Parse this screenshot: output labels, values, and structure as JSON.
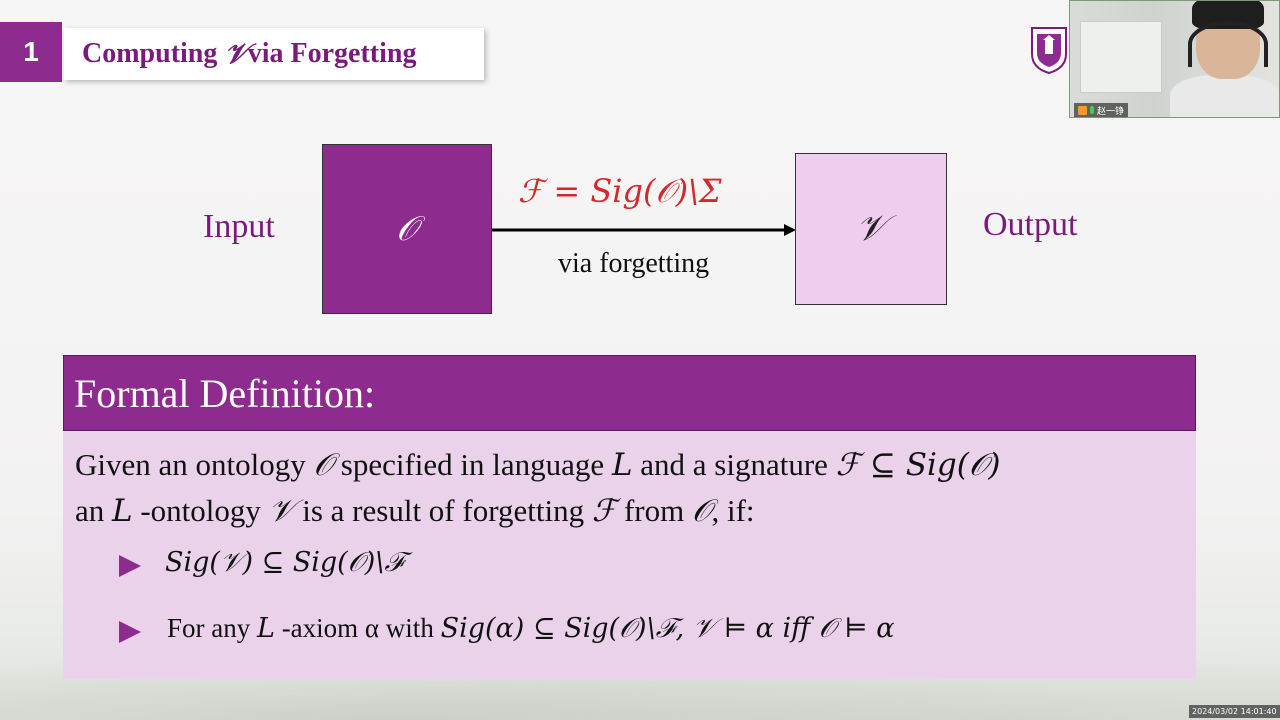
{
  "slide": {
    "number": "1",
    "title_text": "Computing ",
    "title_math": "𝒱",
    "title_rest": " via Forgetting"
  },
  "diagram": {
    "input_label": "Input",
    "output_label": "Output",
    "input_box": "𝒪",
    "output_box": "𝒱",
    "arrow_formula": "ℱ = Sig(𝒪)\\Σ",
    "arrow_caption": "via forgetting"
  },
  "definition": {
    "header": "Formal Definition:",
    "line1_a": "Given an ontology ",
    "line1_m1": "𝒪",
    "line1_b": " specified in language ",
    "line1_m2": "L",
    "line1_c": " and a signature ",
    "line1_m3": "ℱ ⊆ Sig(𝒪)",
    "line2_a": "an ",
    "line2_m1": "L",
    "line2_b": " -ontology ",
    "line2_m2": "𝒱",
    "line2_c": " is a result of forgetting ",
    "line2_m3": "ℱ",
    "line2_d": " from ",
    "line2_m4": "𝒪",
    "line2_e": ", if:",
    "bullet1_math": "Sig(𝒱) ⊆ Sig(𝒪)\\ℱ",
    "bullet2_a": "For any ",
    "bullet2_m1": "L",
    "bullet2_b": " -axiom α with ",
    "bullet2_m2": "Sig(α) ⊆ Sig(𝒪)\\ℱ, 𝒱 ⊨ α iff 𝒪 ⊨ α"
  },
  "webcam": {
    "participant_name": "赵一铮"
  },
  "timestamp": "2024/03/02 14:01:40",
  "colors": {
    "accent_purple": "#8e2b8e",
    "light_purple": "#efcdef",
    "formula_red": "#d6282a"
  },
  "icons": [
    "user-icon",
    "microphone-icon",
    "university-logo",
    "bullet-triangle-icon"
  ]
}
